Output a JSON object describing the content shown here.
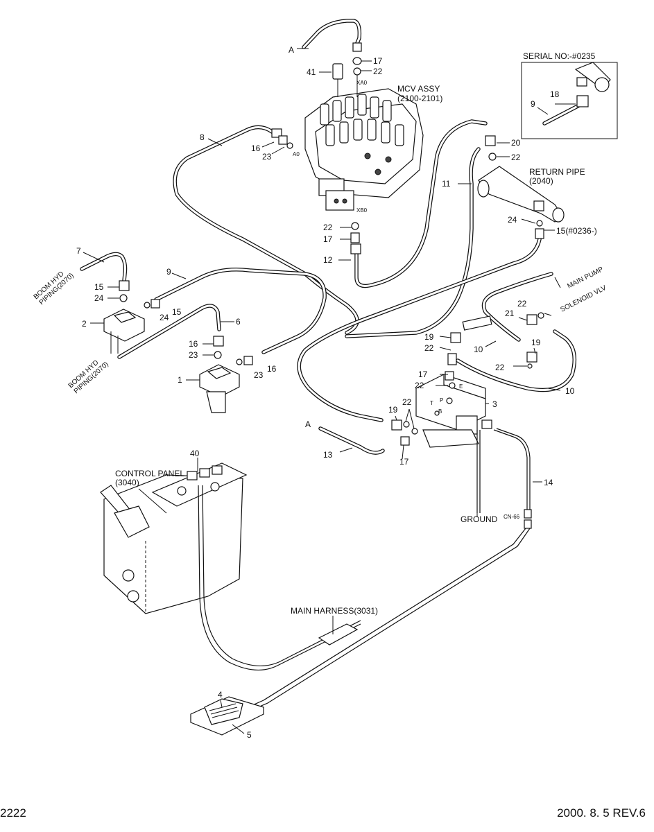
{
  "labels": {
    "a_top": "A",
    "a_mid": "A",
    "n17_top": "17",
    "n22_top": "22",
    "n41": "41",
    "xa0": "XA0",
    "mcv_assy": "MCV ASSY",
    "mcv_ref": "(2100-2101)",
    "serial_no": "SERIAL NO:-#0235",
    "n18": "18",
    "n9_inset": "9",
    "n8": "8",
    "n16_mcv": "16",
    "n23_mcv": "23",
    "a0": "A0",
    "n20": "20",
    "n22_ret": "22",
    "return_pipe": "RETURN PIPE",
    "return_ref": "(2040)",
    "n11": "11",
    "n24_ret": "24",
    "n15_ret": "15(#0236-)",
    "xb0": "XB0",
    "n22_mcv": "22",
    "n17_mcv": "17",
    "n12": "12",
    "n7": "7",
    "boom_hyd_top_1": "BOOM HYD",
    "boom_hyd_top_2": "PIPING(2070)",
    "n15_left": "15",
    "n24_left": "24",
    "n9": "9",
    "n24_mid": "24",
    "n15_mid": "15",
    "n2": "2",
    "n6": "6",
    "n16_left": "16",
    "n23_left": "23",
    "n23_mid": "23",
    "n16_mid": "16",
    "n1": "1",
    "boom_hyd_bot_1": "BOOM HYD",
    "boom_hyd_bot_2": "PIPING(2070)",
    "main_pump": "MAIN PUMP",
    "solenoid_vlv": "SOLENOID VLV",
    "n22_sol": "22",
    "n21": "21",
    "n19_a": "19",
    "n22_b": "22",
    "n10_a": "10",
    "n19_b": "19",
    "n22_c": "22",
    "n17_blk": "17",
    "n22_blk": "22",
    "n3": "3",
    "n10_b": "10",
    "port_t": "T",
    "port_b": "B",
    "port_p": "P",
    "port_e": "E",
    "n19_c": "19",
    "n22_d": "22",
    "n13": "13",
    "n17_low": "17",
    "n40": "40",
    "control_panel": "CONTROL PANEL",
    "control_ref": "(3040)",
    "n14": "14",
    "ground": "GROUND",
    "cn66": "CN-66",
    "main_harness": "MAIN HARNESS(3031)",
    "n4": "4",
    "n5": "5"
  },
  "footer": {
    "page_no": "2222",
    "revision": "2000. 8. 5 REV.6"
  }
}
